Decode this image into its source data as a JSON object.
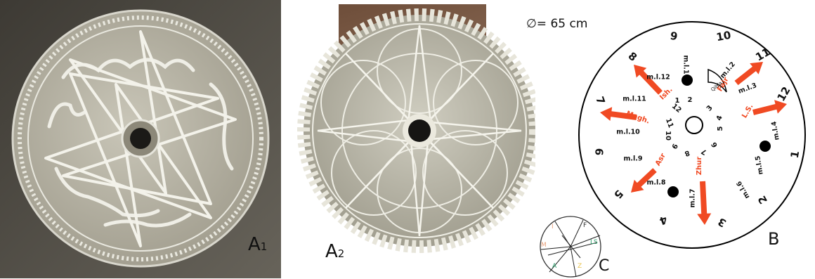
{
  "panels": {
    "a1": {
      "label": "A",
      "sub": "1"
    },
    "a2": {
      "label": "A",
      "sub": "2"
    },
    "b": {
      "label": "B"
    },
    "c": {
      "label": "C"
    }
  },
  "diameter": "∅= 65 cm",
  "colors": {
    "stone": "#b9b5a6",
    "stone_dark": "#6b675c",
    "carving": "#ecebe2",
    "arrow": "#f04a23",
    "ink": "#111111"
  },
  "diagram_b": {
    "outer_numbers": [
      "1",
      "2",
      "3",
      "4",
      "5",
      "6",
      "7",
      "8",
      "9",
      "10",
      "11",
      "12"
    ],
    "inner_numbers": [
      "1",
      "2",
      "3",
      "4",
      "5",
      "6",
      "7",
      "8",
      "9",
      "10",
      "11",
      "12"
    ],
    "ml_labels": [
      "m.l.1",
      "m.l.2",
      "m.l.3",
      "m.l.4",
      "m.l.5",
      "m.l.6",
      "m.l.7",
      "m.l.8",
      "m.l.9",
      "m.l.10",
      "m.l.11",
      "m.l.12"
    ],
    "prayers": [
      "Fajr",
      "L.S.",
      "Zhur",
      "Asr",
      "Magh.",
      "Ish."
    ],
    "qibla": "Qibla"
  },
  "diagram_c": {
    "letters": [
      {
        "t": "I",
        "color": "#e8a07a"
      },
      {
        "t": "F",
        "color": "#333333"
      },
      {
        "t": "M",
        "color": "#e8a07a"
      },
      {
        "t": "LS",
        "color": "#2a9d6a"
      },
      {
        "t": "A",
        "color": "#2a9d6a"
      },
      {
        "t": "Z",
        "color": "#e8c24a"
      }
    ]
  }
}
